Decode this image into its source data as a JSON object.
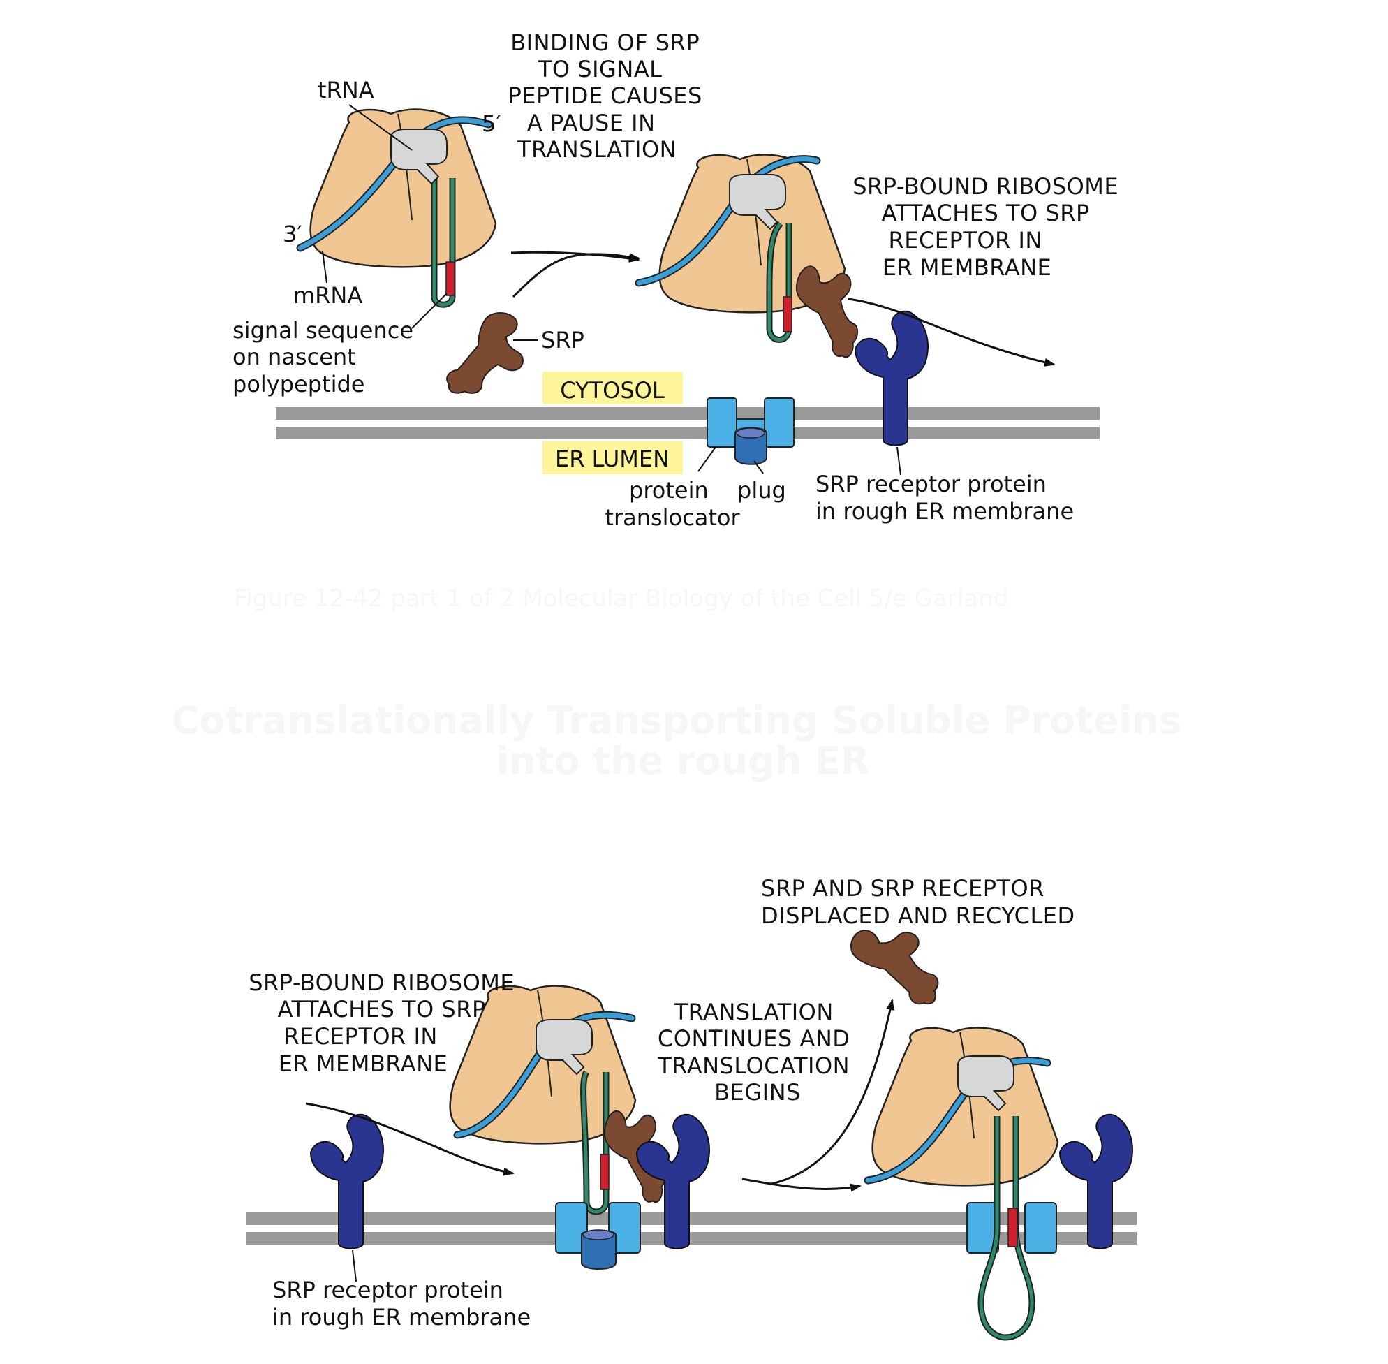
{
  "colors": {
    "ribosome": "#f0c792",
    "mrna": "#3a9fd8",
    "trna": "#d6d8d8",
    "polypeptide": "#2f8a6a",
    "signal_sequence": "#d0202e",
    "srp": "#7b4a30",
    "srp_receptor": "#2a3592",
    "translocator": "#4ab0e6",
    "plug": "#2f6fb3",
    "membrane": "#9a9a9a",
    "region_highlight": "#fff59a"
  },
  "panel_top": {
    "caption_pause": [
      "BINDING OF SRP",
      "TO SIGNAL",
      "PEPTIDE CAUSES",
      "A PAUSE IN",
      "TRANSLATION"
    ],
    "caption_attach": [
      "SRP-BOUND RIBOSOME",
      "ATTACHES TO SRP",
      "RECEPTOR IN",
      "ER MEMBRANE"
    ],
    "label_trna": "tRNA",
    "label_five_prime": "5′",
    "label_three_prime": "3′",
    "label_mrna": "mRNA",
    "label_signal": [
      "signal sequence",
      "on nascent",
      "polypeptide"
    ],
    "label_srp": "SRP",
    "label_cytosol": "CYTOSOL",
    "label_er_lumen": "ER LUMEN",
    "label_translocator": [
      "protein",
      "translocator"
    ],
    "label_plug": "plug",
    "label_receptor": [
      "SRP receptor protein",
      "in rough ER membrane"
    ]
  },
  "faint_text": {
    "figure_credit": "Figure 12-42 part 1 of 2  Molecular Biology of the Cell  5/e Garland",
    "slide_title": [
      "Cotranslationally Transporting Soluble Proteins",
      "into the rough ER"
    ]
  },
  "panel_bottom": {
    "caption_attach": [
      "SRP-BOUND RIBOSOME",
      "ATTACHES TO SRP",
      "RECEPTOR IN",
      "ER MEMBRANE"
    ],
    "caption_continues": [
      "TRANSLATION",
      "CONTINUES AND",
      "TRANSLOCATION",
      "BEGINS"
    ],
    "caption_recycled": [
      "SRP AND SRP RECEPTOR",
      "DISPLACED AND RECYCLED"
    ],
    "label_receptor": [
      "SRP receptor protein",
      "in rough ER membrane"
    ]
  }
}
